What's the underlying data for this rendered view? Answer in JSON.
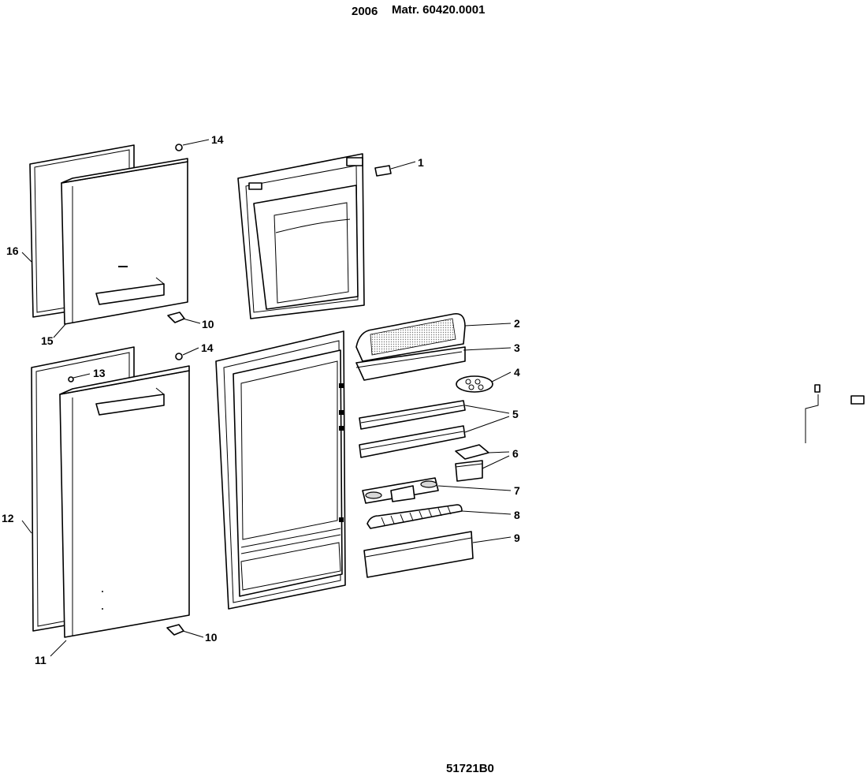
{
  "header": {
    "year": "2006",
    "matr": "Matr. 60420.0001"
  },
  "footer": {
    "code": "51721B0"
  },
  "callouts": {
    "c1": "1",
    "c2": "2",
    "c3": "3",
    "c4": "4",
    "c5": "5",
    "c6": "6",
    "c7": "7",
    "c8": "8",
    "c9": "9",
    "c10a": "10",
    "c10b": "10",
    "c11": "11",
    "c12": "12",
    "c13": "13",
    "c14a": "14",
    "c14b": "14",
    "c15": "15",
    "c16": "16"
  }
}
